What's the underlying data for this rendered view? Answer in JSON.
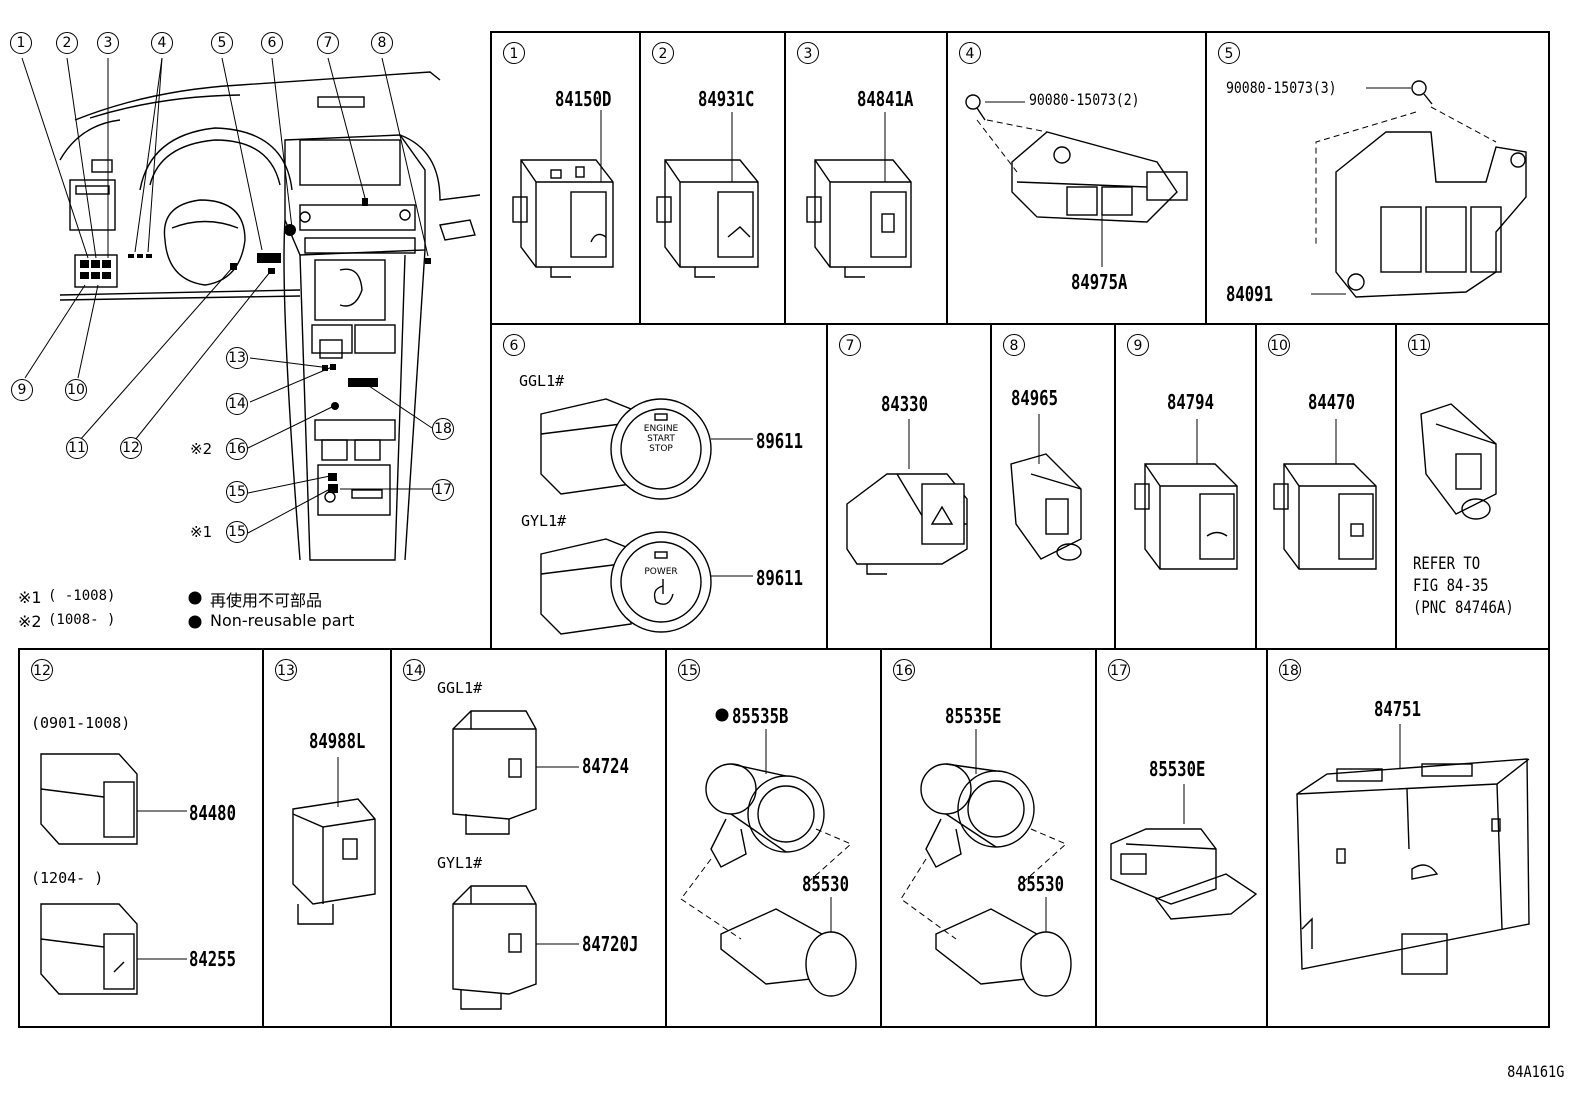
{
  "figure_code": "84A161G",
  "overview": {
    "callouts": [
      "1",
      "2",
      "3",
      "4",
      "5",
      "6",
      "7",
      "8",
      "9",
      "10",
      "11",
      "12",
      "13",
      "14",
      "15",
      "16",
      "17",
      "18"
    ],
    "mark_16": "※2",
    "mark_15b": "※1",
    "legend": {
      "row1_mark": "※1",
      "row1_range": "(      -1008)",
      "row1_text": "再使用不可部品",
      "row2_mark": "※2",
      "row2_range": "(1008-      )",
      "row2_text": "Non-reusable part"
    }
  },
  "cells": [
    {
      "id": "1",
      "parts": [
        "84150D"
      ]
    },
    {
      "id": "2",
      "parts": [
        "84931C"
      ]
    },
    {
      "id": "3",
      "parts": [
        "84841A"
      ]
    },
    {
      "id": "4",
      "parts": [
        "90080-15073(2)",
        "84975A"
      ]
    },
    {
      "id": "5",
      "parts": [
        "90080-15073(3)",
        "84091"
      ]
    },
    {
      "id": "6",
      "variants": [
        "GGL1#",
        "GYL1#"
      ],
      "parts": [
        "89611",
        "89611"
      ],
      "labels": [
        "ENGINE",
        "START",
        "STOP",
        "POWER"
      ]
    },
    {
      "id": "7",
      "parts": [
        "84330"
      ]
    },
    {
      "id": "8",
      "parts": [
        "84965"
      ]
    },
    {
      "id": "9",
      "parts": [
        "84794"
      ]
    },
    {
      "id": "10",
      "parts": [
        "84470"
      ]
    },
    {
      "id": "11",
      "note": [
        "REFER TO",
        "FIG 84-35",
        "(PNC 84746A)"
      ]
    },
    {
      "id": "12",
      "variants": [
        "(0901-1008)",
        "(1204-      )"
      ],
      "parts": [
        "84480",
        "84255"
      ]
    },
    {
      "id": "13",
      "parts": [
        "84988L"
      ]
    },
    {
      "id": "14",
      "variants": [
        "GGL1#",
        "GYL1#"
      ],
      "parts": [
        "84724",
        "84720J"
      ]
    },
    {
      "id": "15",
      "parts": [
        "85535B",
        "85530"
      ]
    },
    {
      "id": "16",
      "parts": [
        "85535E",
        "85530"
      ]
    },
    {
      "id": "17",
      "parts": [
        "85530E"
      ]
    },
    {
      "id": "18",
      "parts": [
        "84751"
      ]
    }
  ],
  "icons": [
    "dashboard-overview",
    "switch-module",
    "start-stop-button",
    "hazard-switch",
    "socket-cap",
    "socket-plug",
    "ecu-unit",
    "bolt-icon",
    "non-reusable-dot-icon"
  ]
}
